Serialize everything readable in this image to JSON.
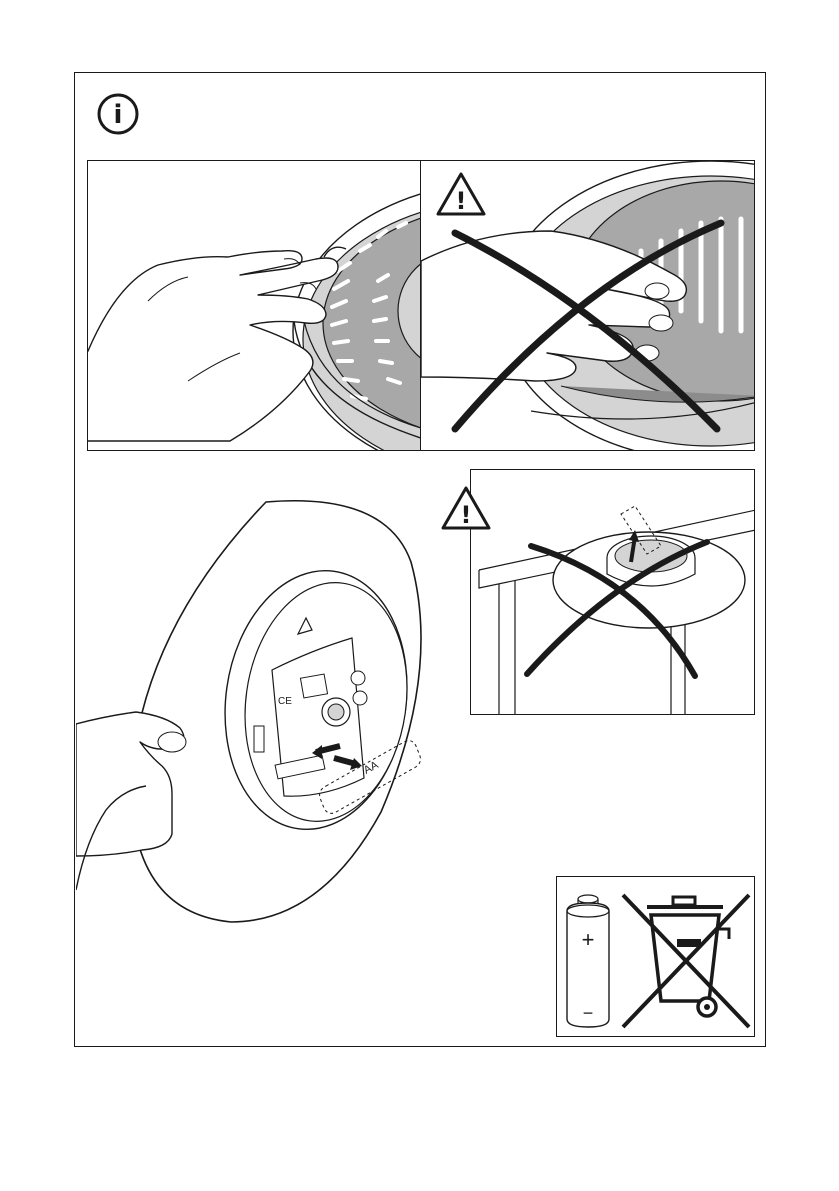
{
  "page": {
    "battery_type_label": "AA",
    "battery_plus_sign": "+",
    "battery_minus_sign": "−",
    "ce_mark": "CE",
    "warning_mark": "!",
    "info_mark": "i"
  },
  "colors": {
    "line": "#1a1a1a",
    "grey_light": "#d4d4d4",
    "grey_mid": "#a8a8a8",
    "grey_dark": "#8c8c8c"
  },
  "icons": {
    "info": "info-circle-icon",
    "warning": "warning-triangle-icon",
    "battery": "battery-icon",
    "weee": "crossed-out-wheelie-bin-icon"
  }
}
